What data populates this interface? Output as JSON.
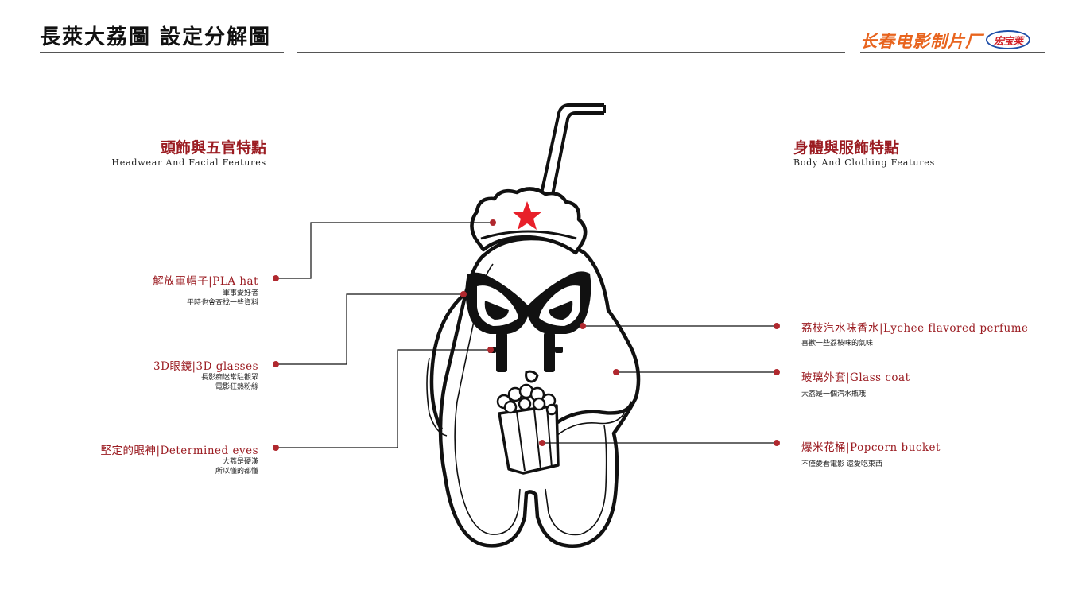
{
  "header": {
    "title": "長萊大荔圖 設定分解圖",
    "brand_studio": "长春电影制片厂",
    "brand_badge": "宏宝莱"
  },
  "left_section": {
    "heading": "頭飾與五官特點",
    "subheading": "Headwear And Facial Features",
    "items": [
      {
        "label": "解放軍帽子|PLA hat",
        "note_lines": [
          "軍事愛好者",
          "平時也會查找一些資料"
        ]
      },
      {
        "label": "3D眼鏡|3D glasses",
        "note_lines": [
          "長影痴迷常駐觀眾",
          "電影狂熱粉絲"
        ]
      },
      {
        "label": "堅定的眼神|Determined eyes",
        "note_lines": [
          "大荔是硬漢",
          "所以懂的都懂"
        ]
      }
    ]
  },
  "right_section": {
    "heading": "身體與服飾特點",
    "subheading": "Body And Clothing Features",
    "items": [
      {
        "label": "荔枝汽水味香水|Lychee flavored perfume",
        "note_lines": [
          "喜歡一些荔枝味的氣味"
        ]
      },
      {
        "label": "玻璃外套|Glass coat",
        "note_lines": [
          "大荔是一個汽水瓶哦"
        ]
      },
      {
        "label": "爆米花桶|Popcorn bucket",
        "note_lines": [
          "不僅愛看電影 還愛吃東西"
        ]
      }
    ]
  },
  "colors": {
    "accent": "#9b1c22",
    "leader_dot": "#b0282e",
    "star": "#e8202a",
    "brand_orange": "#e8641e",
    "brand_blue": "#1f4fa8"
  }
}
